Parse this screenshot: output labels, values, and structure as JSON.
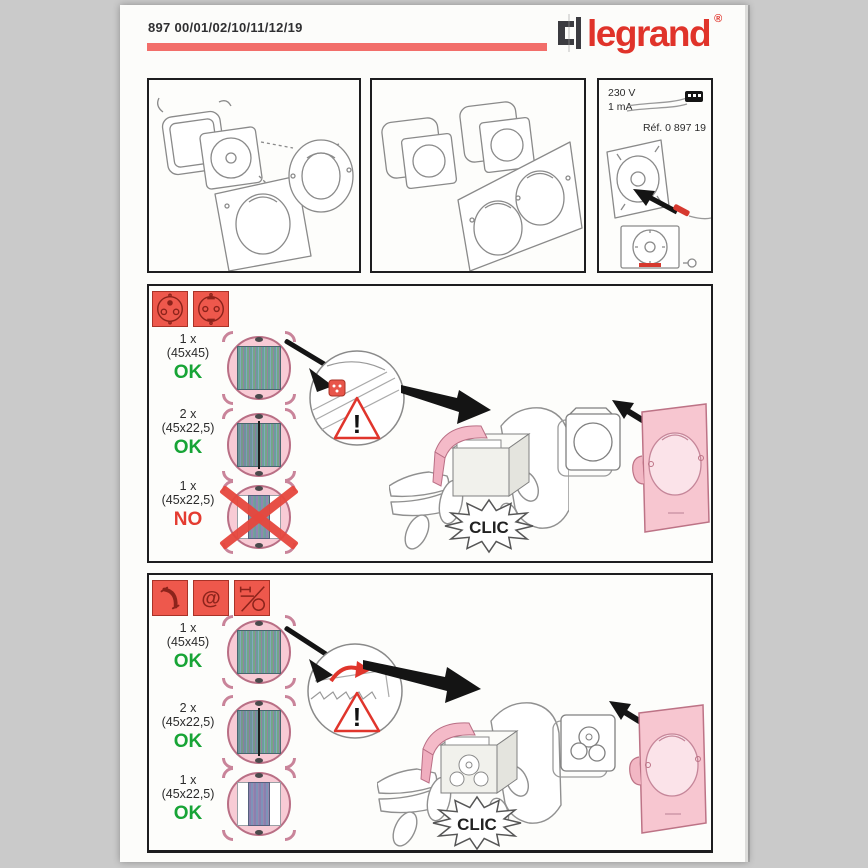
{
  "header": {
    "code": "897 00/01/02/10/11/12/19",
    "brand": "legrand",
    "registered": "®"
  },
  "top": {
    "spec": {
      "voltage": "230 V",
      "current": "1 mA",
      "reference": "Réf. 0 897 19"
    }
  },
  "power_section": {
    "icons": [
      {
        "name": "french-socket-icon"
      },
      {
        "name": "schuko-socket-icon"
      }
    ],
    "rows": [
      {
        "qty": "1 x",
        "size": "(45x45)",
        "verdict": "OK"
      },
      {
        "qty": "2 x",
        "size": "(45x22,5)",
        "verdict": "OK"
      },
      {
        "qty": "1 x",
        "size": "(45x22,5)",
        "verdict": "NO"
      }
    ],
    "warning_mark": "!",
    "clic": "CLIC"
  },
  "data_section": {
    "icons": [
      {
        "name": "phone-icon"
      },
      {
        "name": "at-sign-icon",
        "glyph": "@"
      },
      {
        "name": "low-current-icon"
      }
    ],
    "rows": [
      {
        "qty": "1 x",
        "size": "(45x45)",
        "verdict": "OK"
      },
      {
        "qty": "2 x",
        "size": "(45x22,5)",
        "verdict": "OK"
      },
      {
        "qty": "1 x",
        "size": "(45x22,5)",
        "verdict": "OK"
      }
    ],
    "warning_mark": "!",
    "clic": "CLIC"
  },
  "colors": {
    "brand_red": "#e0332a",
    "bar_red": "#f26e6a",
    "icon_red": "#ee584c",
    "ok_green": "#17a436",
    "no_red": "#e43c31",
    "frame_pink": "#f8cbd5"
  }
}
